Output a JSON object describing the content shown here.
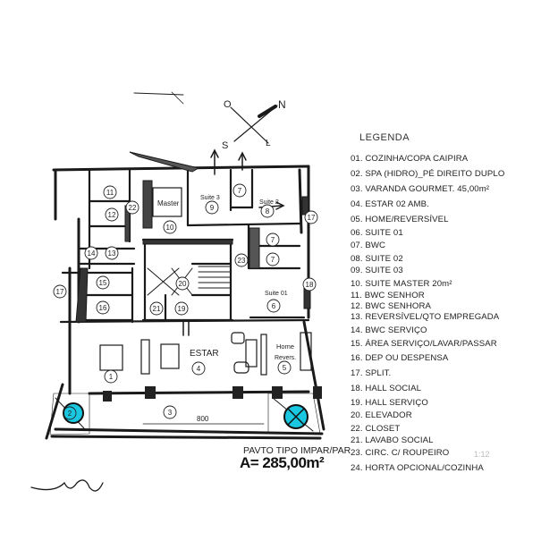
{
  "compass": {
    "north": "N",
    "south": "S",
    "east": "L",
    "west": "O"
  },
  "plan_labels": {
    "master": "Master",
    "suite3": "Suite 3",
    "suite2": "Suite 2",
    "suite01": "Suite 01",
    "estar": "ESTAR",
    "home": "Home",
    "reversivel": "Revers.",
    "dimension": "800"
  },
  "room_numbers": [
    "1",
    "2",
    "3",
    "4",
    "5",
    "6",
    "7",
    "7",
    "7",
    "8",
    "9",
    "10",
    "11",
    "12",
    "13",
    "14",
    "15",
    "16",
    "17",
    "17",
    "18",
    "19",
    "20",
    "21",
    "22",
    "23"
  ],
  "footer": {
    "floor": "PAVTO TIPO IMPAR/PAR",
    "area": "A= 285,00m²",
    "scale_note": "1:12"
  },
  "legend": {
    "title": "LEGENDA",
    "items": [
      "01. COZINHA/COPA CAIPIRA",
      "02. SPA (HIDRO)_PÉ DIREITO DUPLO",
      "03. VARANDA GOURMET. 45,00m²",
      "04. ESTAR 02 AMB.",
      "05. HOME/REVERSÍVEL",
      "06. SUITE 01",
      "07. BWC",
      "08. SUITE 02",
      "09. SUITE 03",
      "10. SUITE MASTER 20m²",
      "11. BWC SENHOR",
      "12. BWC SENHORA",
      "13. REVERSÍVEL/QTO EMPREGADA",
      "14. BWC SERVIÇO",
      "15. ÁREA SERVIÇO/LAVAR/PASSAR",
      "16. DEP OU DESPENSA",
      "17. SPLIT.",
      "18. HALL SOCIAL",
      "19. HALL SERVIÇO",
      "20. ELEVADOR",
      "22. CLOSET",
      "21. LAVABO SOCIAL",
      "23. CIRC. C/ ROUPEIRO",
      "24. HORTA OPCIONAL/COZINHA"
    ]
  },
  "colors": {
    "ink": "#1a1a1a",
    "spa": "#19c8e0"
  }
}
